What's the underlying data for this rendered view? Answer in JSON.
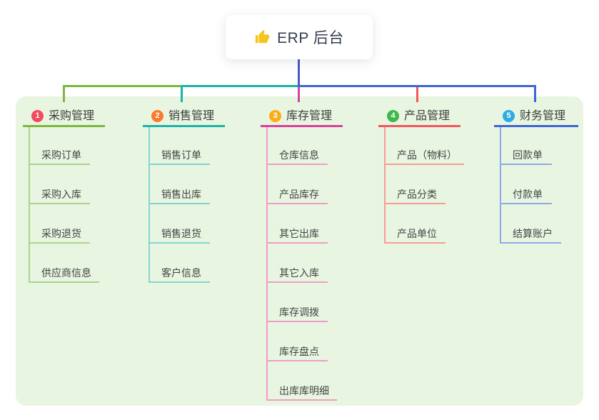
{
  "root": {
    "title": "ERP 后台",
    "icon": "thumbs-up-icon",
    "icon_color": "#f5c51d",
    "text_color": "#333e50"
  },
  "canvas": {
    "background": "#ffffff",
    "panel_color": "#e8f6e1",
    "root_line_color": "#4a57c4"
  },
  "branches": [
    {
      "badge": "1",
      "label": "采购管理",
      "badge_color": "#f5495f",
      "color": "#7eb73e",
      "light_color": "#abd28e",
      "children": [
        "采购订单",
        "采购入库",
        "采购退货",
        "供应商信息"
      ]
    },
    {
      "badge": "2",
      "label": "销售管理",
      "badge_color": "#fa7b2c",
      "color": "#1db3a7",
      "light_color": "#81d5cd",
      "children": [
        "销售订单",
        "销售出库",
        "销售退货",
        "客户信息"
      ]
    },
    {
      "badge": "3",
      "label": "库存管理",
      "badge_color": "#fbac16",
      "color": "#d8429b",
      "light_color": "#f19bc8",
      "children": [
        "仓库信息",
        "产品库存",
        "其它出库",
        "其它入库",
        "库存调拨",
        "库存盘点",
        "出库库明细"
      ]
    },
    {
      "badge": "4",
      "label": "产品管理",
      "badge_color": "#3fb94b",
      "color": "#f4575f",
      "light_color": "#f79b98",
      "children": [
        "产品（物料）",
        "产品分类",
        "产品单位"
      ]
    },
    {
      "badge": "5",
      "label": "财务管理",
      "badge_color": "#2dade4",
      "color": "#3e66d4",
      "light_color": "#90a9e8",
      "children": [
        "回款单",
        "付款单",
        "结算账户"
      ]
    }
  ]
}
